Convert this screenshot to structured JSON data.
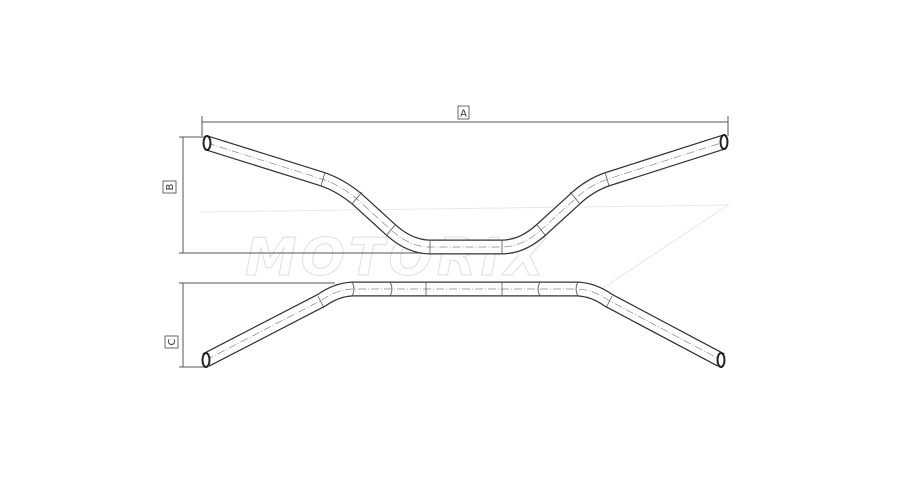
{
  "drawing": {
    "dimension_labels": {
      "width": "A",
      "rise": "B",
      "pullback": "C"
    },
    "watermark": "MOTORIX",
    "colors": {
      "line": "#333333",
      "watermark": "#e4e4e4",
      "background": "#ffffff"
    }
  }
}
